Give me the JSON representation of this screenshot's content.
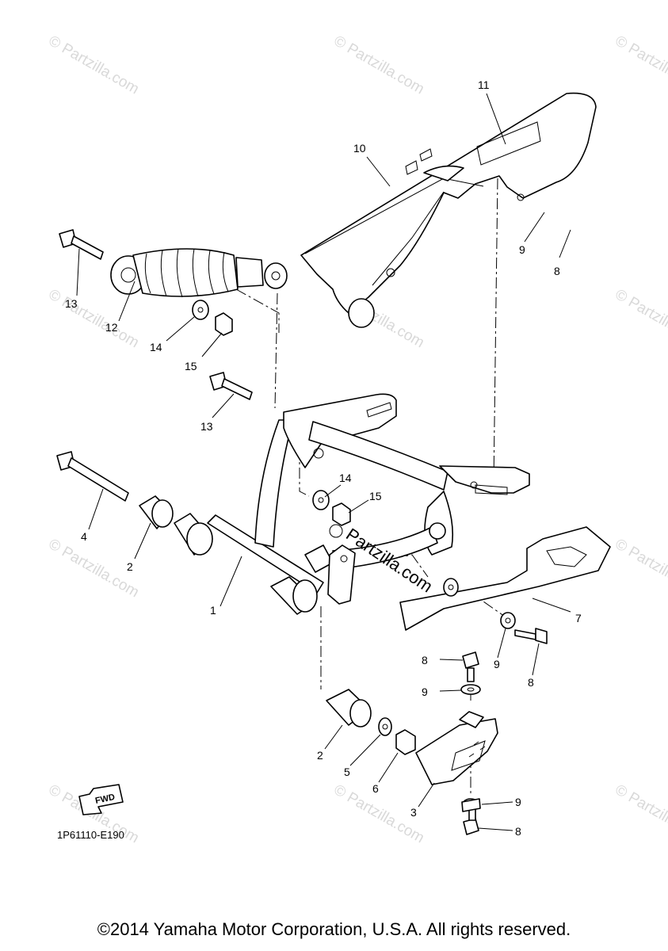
{
  "diagram": {
    "callouts": [
      "1",
      "2",
      "2",
      "3",
      "4",
      "5",
      "6",
      "7",
      "8",
      "8",
      "8",
      "8",
      "9",
      "9",
      "9",
      "9",
      "10",
      "11",
      "12",
      "13",
      "13",
      "14",
      "14",
      "15",
      "15"
    ],
    "fwd_label": "FWD",
    "diagram_code": "1P61110-E190",
    "watermark_text": "© Partzilla.com",
    "center_watermark": "Partzilla.com"
  },
  "footer": {
    "copyright": "©2014 Yamaha Motor Corporation, U.S.A. All rights reserved."
  }
}
